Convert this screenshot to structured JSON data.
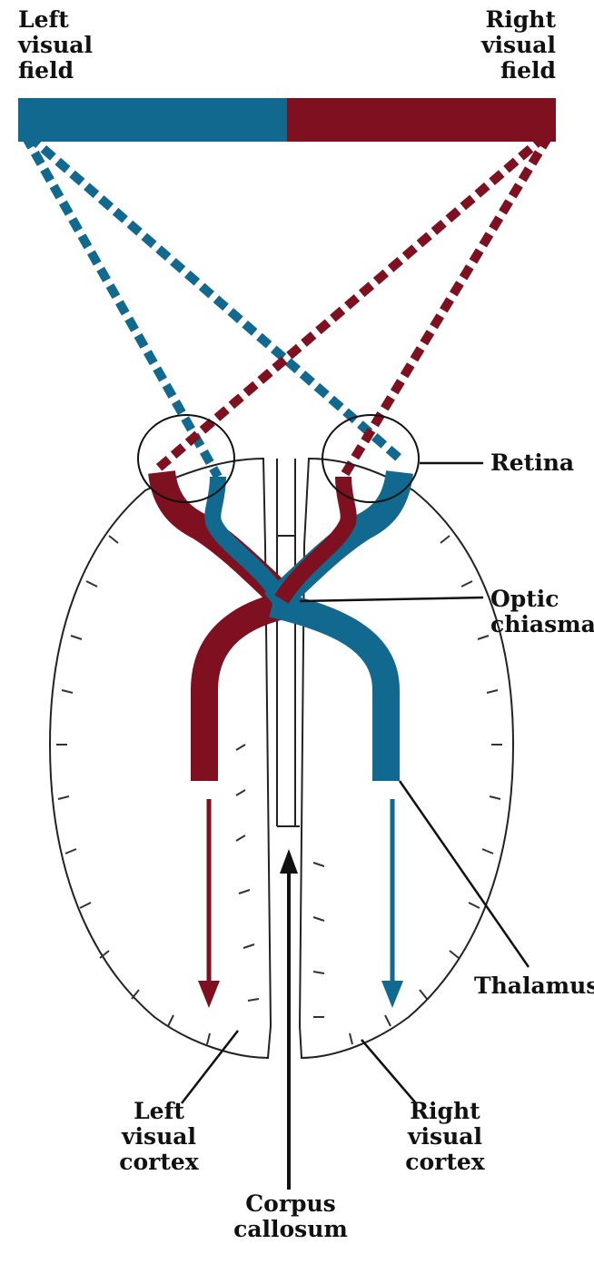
{
  "labels": {
    "left_visual_field": [
      "Left",
      "visual",
      "field"
    ],
    "right_visual_field": [
      "Right",
      "visual",
      "field"
    ],
    "retina": "Retina",
    "optic_chiasma": [
      "Optic",
      "chiasma"
    ],
    "thalamus": "Thalamus",
    "left_visual_cortex": [
      "Left",
      "visual",
      "cortex"
    ],
    "right_visual_cortex": [
      "Right",
      "visual",
      "cortex"
    ],
    "corpus_callosum": [
      "Corpus",
      "callosum"
    ]
  },
  "colors": {
    "left_field": "#12698f",
    "right_field": "#7e1020",
    "outline": "#222222"
  }
}
